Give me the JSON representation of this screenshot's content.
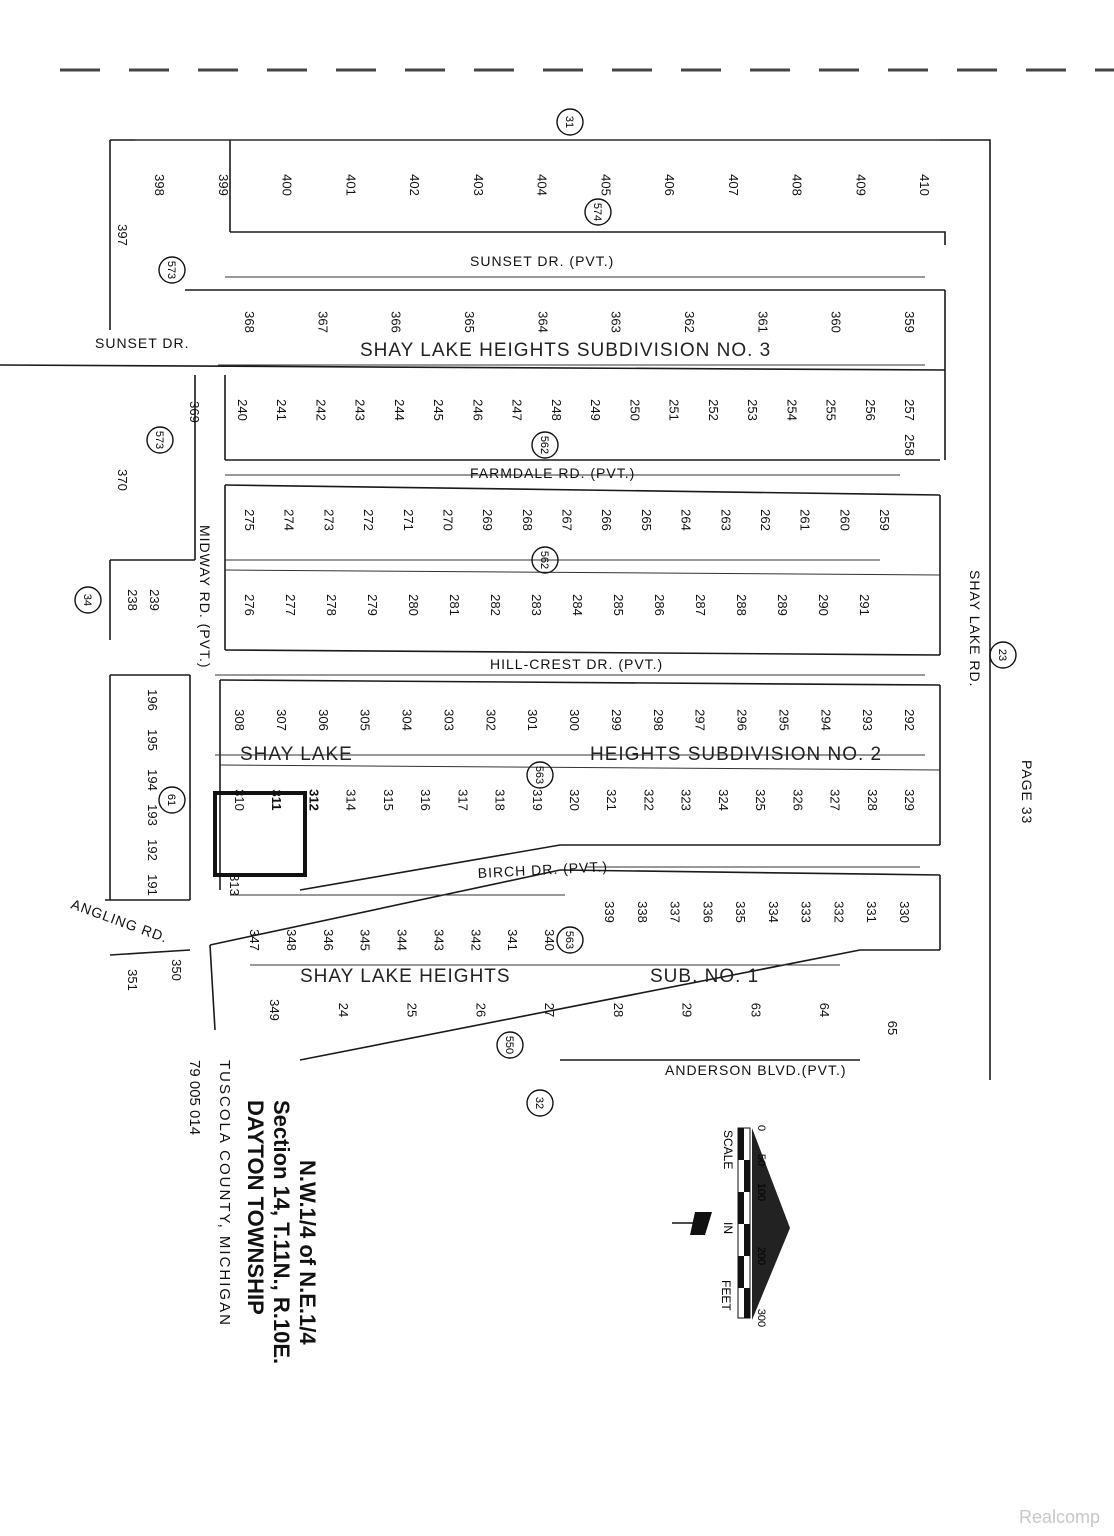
{
  "page_label": "PAGE 33",
  "title": {
    "line1": "N.W.1/4 of N.E.1/4",
    "line2": "Section 14, T.11N., R.10E.",
    "line3": "DAYTON TOWNSHIP",
    "line4": "TUSCOLA COUNTY, MICHIGAN",
    "line5": "79 005 014"
  },
  "scale": {
    "label": "SCALE",
    "in": "IN",
    "unit": "FEET",
    "ticks": [
      "0",
      "50",
      "100",
      "200",
      "300"
    ]
  },
  "roads": {
    "sunset_pvt": "SUNSET DR. (PVT.)",
    "sunset": "SUNSET DR.",
    "farmdale": "FARMDALE RD. (PVT.)",
    "midway": "MIDWAY RD. (PVT.)",
    "hillcrest": "HILL-CREST DR. (PVT.)",
    "birch": "BIRCH DR. (PVT.)",
    "angling": "ANGLING RD.",
    "shaylake": "SHAY LAKE RD.",
    "anderson": "ANDERSON BLVD.(PVT.)"
  },
  "subdivisions": {
    "no3": "SHAY LAKE HEIGHTS SUBDIVISION NO. 3",
    "no2a": "SHAY LAKE",
    "no2b": "HEIGHTS SUBDIVISION NO. 2",
    "no1a": "SHAY LAKE HEIGHTS",
    "no1b": "SUB. NO. 1"
  },
  "circled_numbers": [
    "31",
    "573",
    "574",
    "573",
    "562",
    "562",
    "563",
    "34",
    "61",
    "563",
    "550",
    "32",
    "23"
  ],
  "lots": {
    "row_a": [
      "398",
      "399",
      "400",
      "401",
      "402",
      "403",
      "404",
      "405",
      "406",
      "407",
      "408",
      "409",
      "410"
    ],
    "row_b": [
      "368",
      "367",
      "366",
      "365",
      "364",
      "363",
      "362",
      "361",
      "360",
      "359"
    ],
    "row_c": [
      "240",
      "241",
      "242",
      "243",
      "244",
      "245",
      "246",
      "247",
      "248",
      "249",
      "250",
      "251",
      "252",
      "253",
      "254",
      "255",
      "256",
      "257"
    ],
    "row_d": [
      "275",
      "274",
      "273",
      "272",
      "271",
      "270",
      "269",
      "268",
      "267",
      "266",
      "265",
      "264",
      "263",
      "262",
      "261",
      "260",
      "259"
    ],
    "row_e": [
      "276",
      "277",
      "278",
      "279",
      "280",
      "281",
      "282",
      "283",
      "284",
      "285",
      "286",
      "287",
      "288",
      "289",
      "290",
      "291"
    ],
    "row_f": [
      "308",
      "307",
      "306",
      "305",
      "304",
      "303",
      "302",
      "301",
      "300",
      "299",
      "298",
      "297",
      "296",
      "295",
      "294",
      "293",
      "292"
    ],
    "row_g": [
      "310",
      "311",
      "312",
      "314",
      "315",
      "316",
      "317",
      "318",
      "319",
      "320",
      "321",
      "322",
      "323",
      "324",
      "325",
      "326",
      "327",
      "328",
      "329"
    ],
    "row_h": [
      "339",
      "338",
      "337",
      "336",
      "335",
      "334",
      "333",
      "332",
      "331",
      "330"
    ],
    "row_i": [
      "347",
      "348",
      "346",
      "345",
      "344",
      "343",
      "342",
      "341",
      "340"
    ],
    "row_j": [
      "349",
      "24",
      "25",
      "26",
      "27",
      "28",
      "29",
      "63",
      "64"
    ],
    "left": [
      "397",
      "369",
      "370",
      "239",
      "238",
      "196",
      "195",
      "194",
      "193",
      "192",
      "191",
      "351",
      "350",
      "313",
      "258",
      "65"
    ]
  },
  "highlighted_lots": [
    "311",
    "312"
  ],
  "watermark": "Realcomp"
}
